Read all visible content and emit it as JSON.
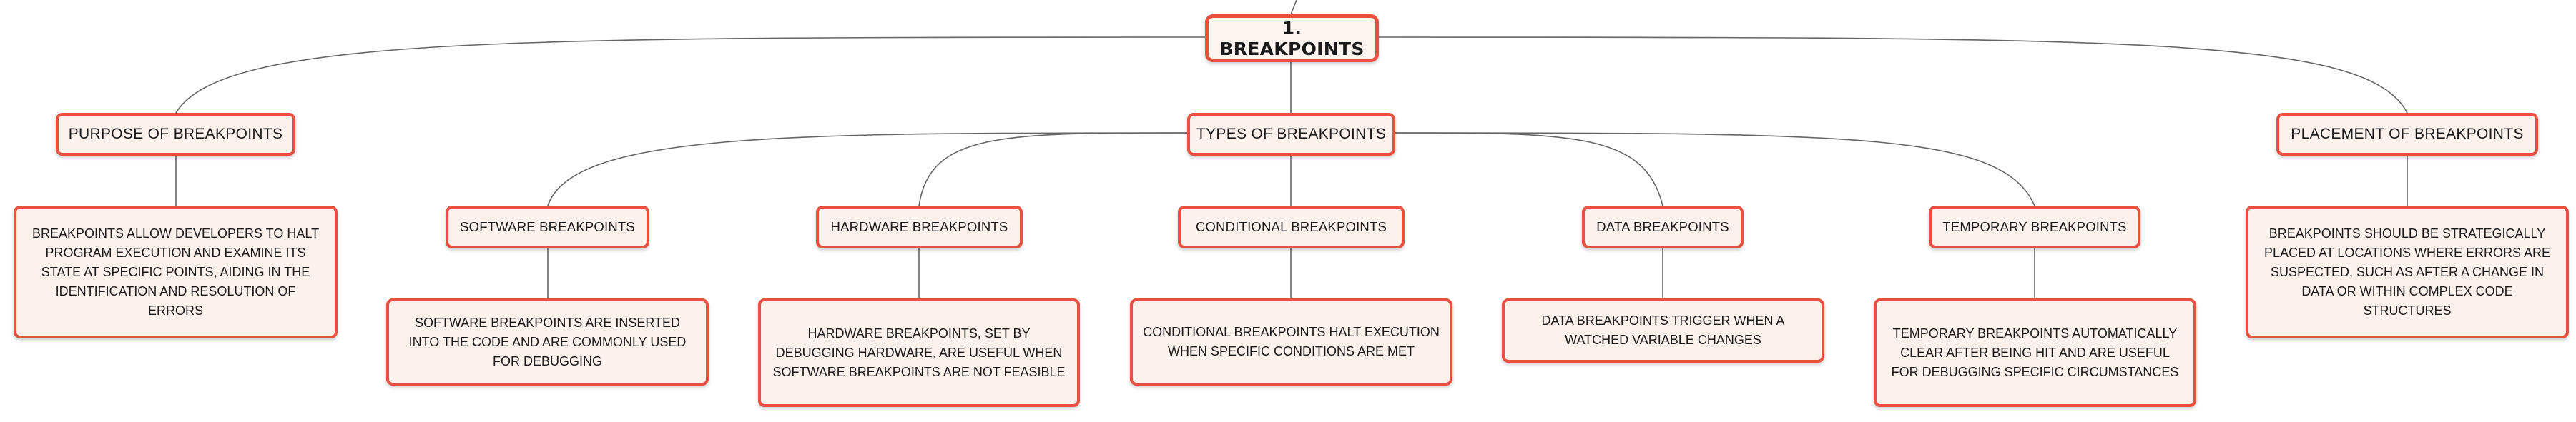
{
  "root": {
    "label": "1. BREAKPOINTS"
  },
  "categories": {
    "purpose": {
      "label": "PURPOSE OF BREAKPOINTS",
      "description": "BREAKPOINTS ALLOW DEVELOPERS TO HALT PROGRAM EXECUTION AND EXAMINE ITS STATE AT SPECIFIC POINTS, AIDING IN THE IDENTIFICATION AND RESOLUTION OF ERRORS"
    },
    "types": {
      "label": "TYPES OF BREAKPOINTS",
      "items": [
        {
          "label": "SOFTWARE BREAKPOINTS",
          "description": "SOFTWARE BREAKPOINTS ARE INSERTED INTO THE CODE AND ARE COMMONLY USED FOR DEBUGGING"
        },
        {
          "label": "HARDWARE BREAKPOINTS",
          "description": "HARDWARE BREAKPOINTS, SET BY DEBUGGING HARDWARE, ARE USEFUL WHEN SOFTWARE BREAKPOINTS ARE NOT FEASIBLE"
        },
        {
          "label": "CONDITIONAL BREAKPOINTS",
          "description": "CONDITIONAL BREAKPOINTS HALT EXECUTION WHEN SPECIFIC CONDITIONS ARE MET"
        },
        {
          "label": "DATA BREAKPOINTS",
          "description": "DATA BREAKPOINTS TRIGGER WHEN A WATCHED VARIABLE CHANGES"
        },
        {
          "label": "TEMPORARY BREAKPOINTS",
          "description": "TEMPORARY BREAKPOINTS AUTOMATICALLY CLEAR AFTER BEING HIT AND ARE USEFUL FOR DEBUGGING SPECIFIC CIRCUMSTANCES"
        }
      ]
    },
    "placement": {
      "label": "PLACEMENT OF BREAKPOINTS",
      "description": "BREAKPOINTS SHOULD BE STRATEGICALLY PLACED AT LOCATIONS WHERE ERRORS ARE SUSPECTED, SUCH AS AFTER A CHANGE IN DATA OR WITHIN COMPLEX CODE STRUCTURES"
    }
  },
  "colors": {
    "border": "#e9503f",
    "fill": "#fdf1ec",
    "text": "#1a1a1a",
    "connector": "#666666"
  }
}
